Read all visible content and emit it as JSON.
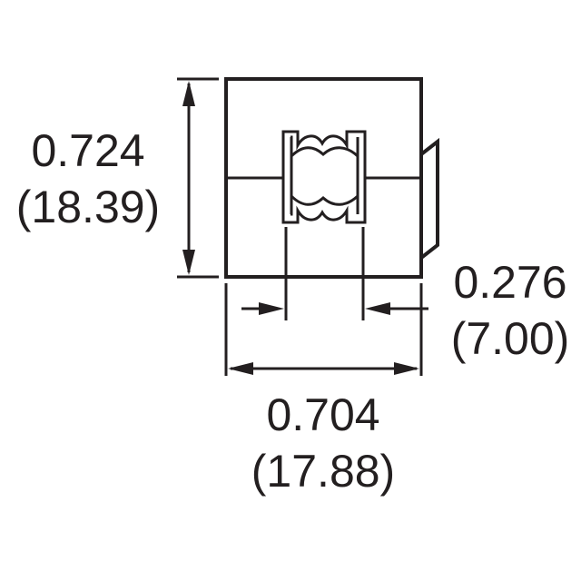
{
  "drawing": {
    "line_color": "#231f20",
    "height_dimension": {
      "inch": "0.724",
      "mm": "(18.39)"
    },
    "gap_dimension": {
      "inch": "0.276",
      "mm": "(7.00)"
    },
    "width_dimension": {
      "inch": "0.704",
      "mm": "(17.88)"
    }
  }
}
